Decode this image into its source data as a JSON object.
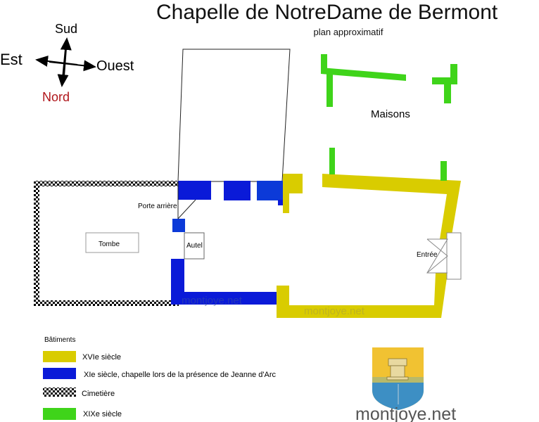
{
  "title": "Chapelle de NotreDame de Bermont",
  "subtitle": "plan approximatif",
  "compass": {
    "north": "Nord",
    "south": "Sud",
    "east": "Est",
    "west": "Ouest"
  },
  "labels": {
    "maisons": "Maisons",
    "porte_arriere": "Porte arrière",
    "tombe": "Tombe",
    "autel": "Autel",
    "entree": "Entrée"
  },
  "watermarks": [
    "montjoye.net",
    "montjoye.net"
  ],
  "legend": {
    "title": "Bâtiments",
    "items": [
      {
        "label": "XVIe siècle",
        "color": "#d9cc00"
      },
      {
        "label": "XIe siècle, chapelle lors de la présence de Jeanne d'Arc",
        "color": "#0a1ad8"
      },
      {
        "label": "Cimetière",
        "color": "checkered"
      },
      {
        "label": "XIXe siècle",
        "color": "#3fd41a"
      }
    ]
  },
  "logo": {
    "text": "montjoye.net"
  },
  "colors": {
    "yellow": "#d9cc00",
    "blue": "#0a1ad8",
    "green": "#3fd41a",
    "north": "#b0161b"
  }
}
